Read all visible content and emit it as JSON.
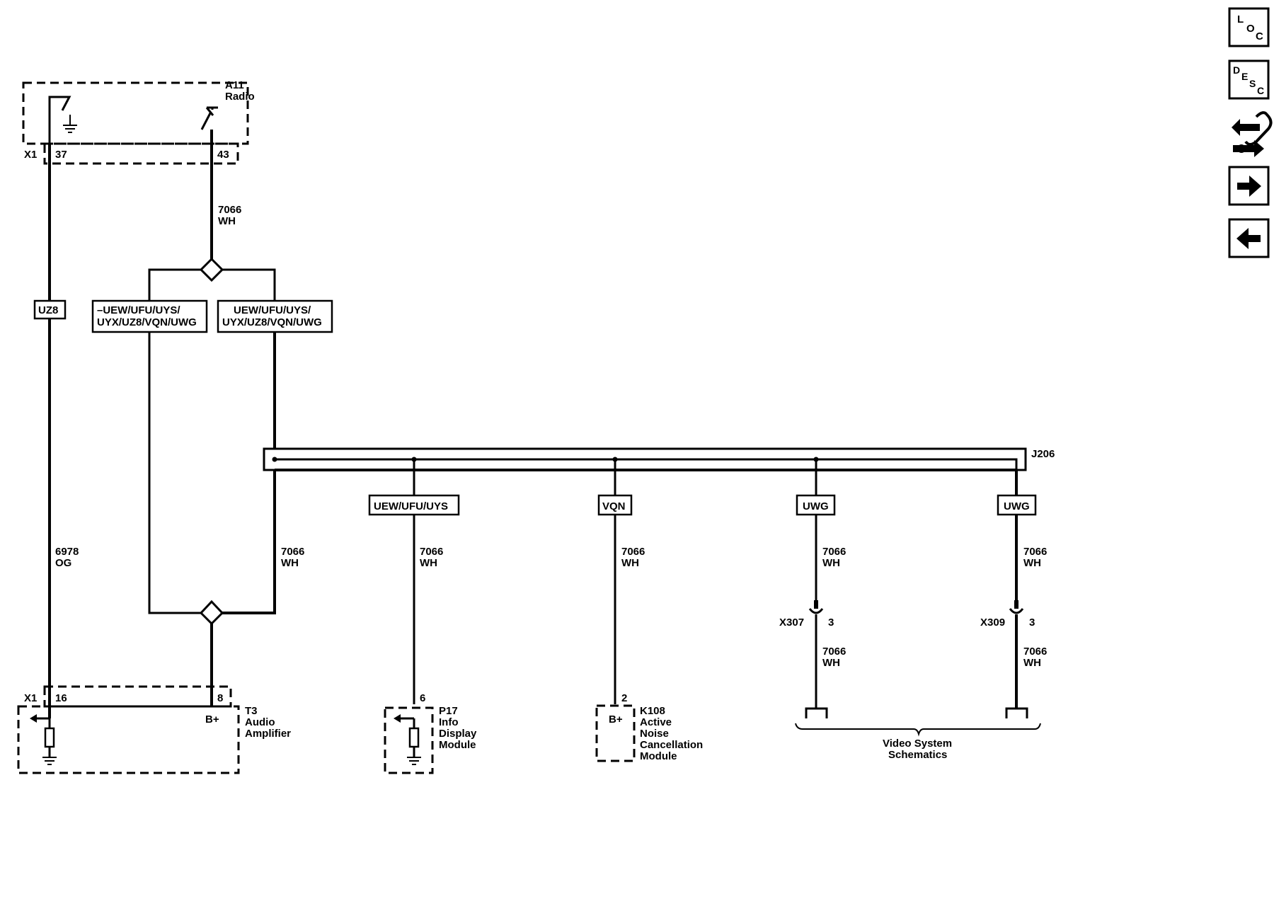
{
  "radio": {
    "ref": "A11",
    "name": "Radio",
    "connector": "X1",
    "pin_a": "37",
    "pin_b": "43"
  },
  "amp": {
    "ref": "T3",
    "name_l1": "Audio",
    "name_l2": "Amplifier",
    "connector": "X1",
    "pin_a": "16",
    "pin_b": "8",
    "bplus": "B+"
  },
  "p17": {
    "ref": "P17",
    "l1": "Info",
    "l2": "Display",
    "l3": "Module",
    "pin": "6"
  },
  "k108": {
    "ref": "K108",
    "l1": "Active",
    "l2": "Noise",
    "l3": "Cancellation",
    "l4": "Module",
    "pin": "2",
    "bplus": "B+"
  },
  "splice": {
    "ref": "J206"
  },
  "options": {
    "uz8": "UZ8",
    "left_l1": "–UEW/UFU/UYS/",
    "left_l2": "UYX/UZ8/VQN/UWG",
    "right_l1": "UEW/UFU/UYS/",
    "right_l2": "UYX/UZ8/VQN/UWG",
    "p17": "UEW/UFU/UYS",
    "vqn": "VQN",
    "uwg1": "UWG",
    "uwg2": "UWG"
  },
  "wires": {
    "top_num": "7066",
    "top_color": "WH",
    "og_num": "6978",
    "og_color": "OG",
    "right_num": "7066",
    "right_color": "WH",
    "p17_num": "7066",
    "p17_color": "WH",
    "k108_num": "7066",
    "k108_color": "WH",
    "x307_up_num": "7066",
    "x307_up_color": "WH",
    "x307_dn_num": "7066",
    "x307_dn_color": "WH",
    "x309_up_num": "7066",
    "x309_up_color": "WH",
    "x309_dn_num": "7066",
    "x309_dn_color": "WH"
  },
  "inline": {
    "x307": "X307",
    "x307_pin": "3",
    "x309": "X309",
    "x309_pin": "3"
  },
  "video": {
    "l1": "Video System",
    "l2": "Schematics"
  },
  "nav": {
    "loc": {
      "l": "L",
      "o": "O",
      "c": "C"
    },
    "desc": {
      "d": "D",
      "e": "E",
      "s": "S",
      "c": "C"
    }
  }
}
